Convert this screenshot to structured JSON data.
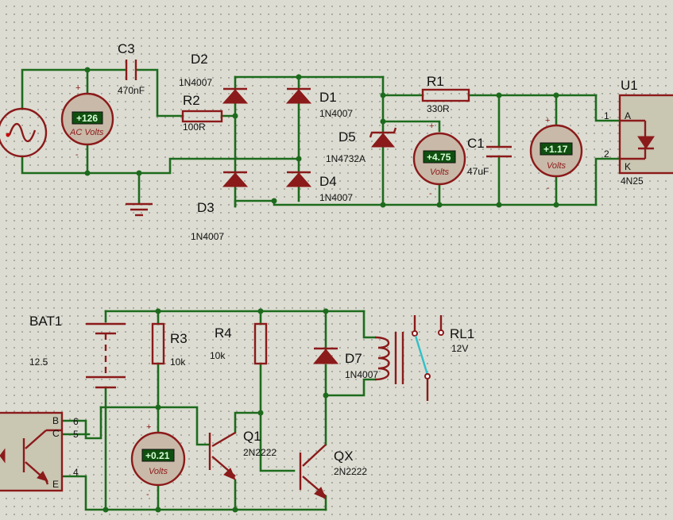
{
  "components": {
    "c3": {
      "ref": "C3",
      "value": "470nF"
    },
    "d2": {
      "ref": "D2",
      "value": "1N4007"
    },
    "r2": {
      "ref": "R2",
      "value": "100R"
    },
    "d1": {
      "ref": "D1",
      "value": "1N4007"
    },
    "d5": {
      "ref": "D5",
      "value": "1N4732A"
    },
    "d4": {
      "ref": "D4",
      "value": "1N4007"
    },
    "d3": {
      "ref": "D3",
      "value": "1N4007"
    },
    "r1": {
      "ref": "R1",
      "value": "330R"
    },
    "c1": {
      "ref": "C1",
      "value": "47uF"
    },
    "u1": {
      "ref": "U1",
      "value": "4N25",
      "pin_a": "A",
      "pin_k": "K",
      "pin1": "1",
      "pin2": "2",
      "pin_b": "B",
      "pin_c": "C",
      "pin_e": "E",
      "pin6": "6",
      "pin5": "5",
      "pin4": "4"
    },
    "bat1": {
      "ref": "BAT1",
      "value": "12.5"
    },
    "r3": {
      "ref": "R3",
      "value": "10k"
    },
    "r4": {
      "ref": "R4",
      "value": "10k"
    },
    "d7": {
      "ref": "D7",
      "value": "1N4007"
    },
    "rl1": {
      "ref": "RL1",
      "value": "12V"
    },
    "q1": {
      "ref": "Q1",
      "value": "2N2222"
    },
    "qx": {
      "ref": "QX",
      "value": "2N2222"
    }
  },
  "meters": {
    "ac": {
      "reading": "+126",
      "unit": "AC Volts",
      "plus": "+",
      "minus": "-"
    },
    "v_zener": {
      "reading": "+4.75",
      "unit": "Volts",
      "plus": "+",
      "minus": "-"
    },
    "v_led": {
      "reading": "+1.17",
      "unit": "Volts",
      "plus": "+",
      "minus": "-"
    },
    "v_base": {
      "reading": "+0.21",
      "unit": "Volts",
      "plus": "+",
      "minus": "-"
    }
  }
}
